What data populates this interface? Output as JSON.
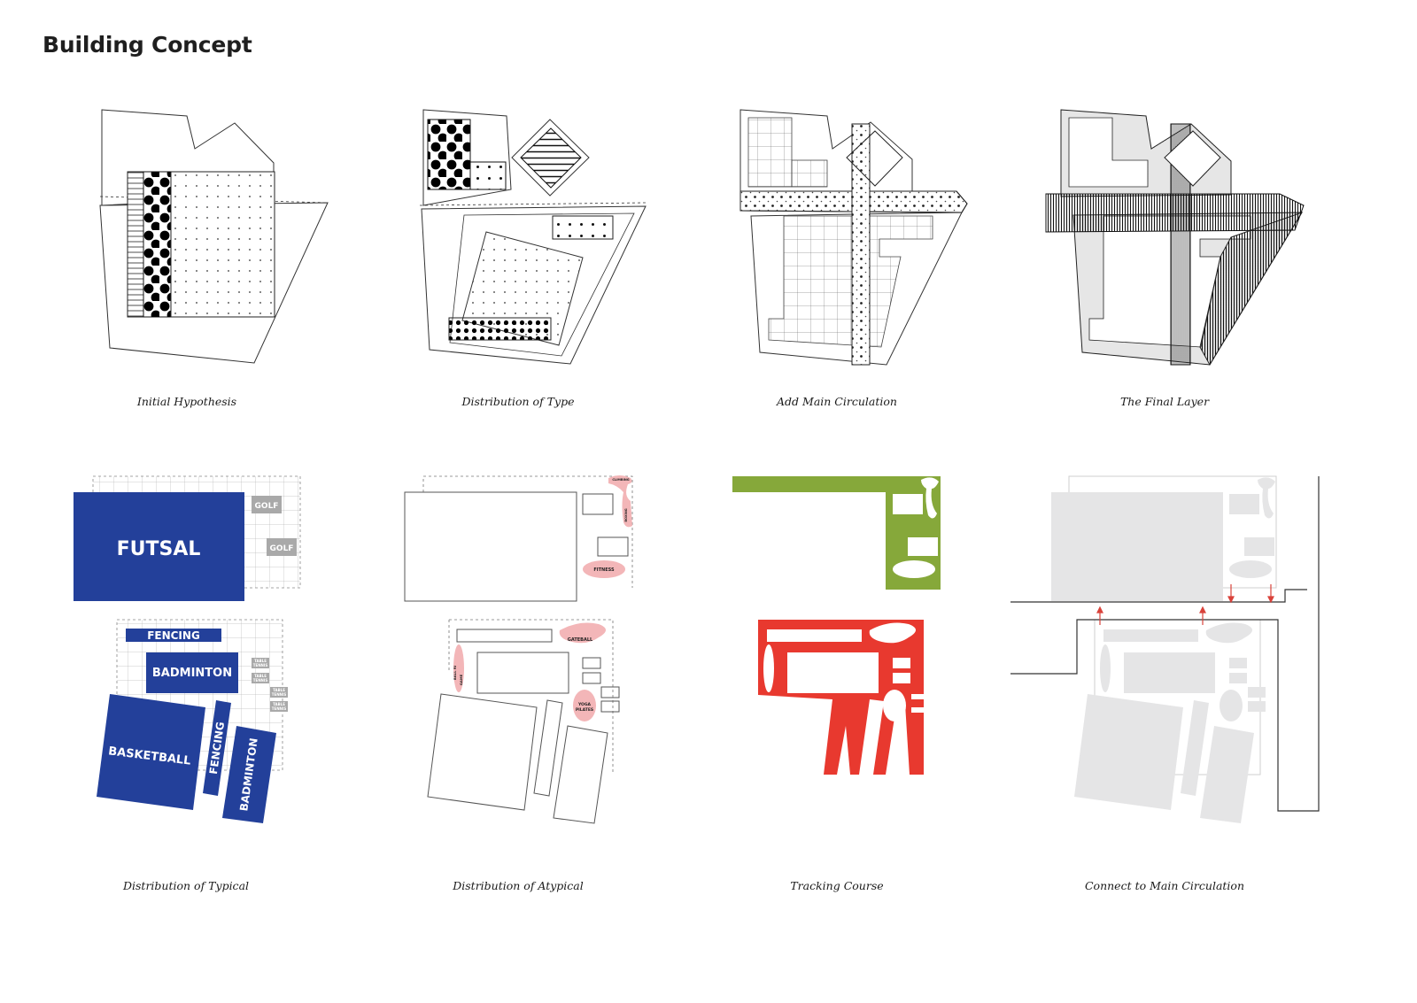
{
  "title": "Building Concept",
  "colors": {
    "blue": "#23409a",
    "gray_label": "#a9a9a9",
    "pink": "#f3b6b8",
    "green": "#86a83a",
    "red": "#e8392f",
    "light_gray": "#e5e5e6",
    "arrow": "#d9423a"
  },
  "panels": [
    {
      "caption": "Initial Hypothesis"
    },
    {
      "caption": "Distribution of Type"
    },
    {
      "caption": "Add Main Circulation"
    },
    {
      "caption": "The Final Layer"
    },
    {
      "caption": "Distribution of Typical"
    },
    {
      "caption": "Distribution of Atypical"
    },
    {
      "caption": "Tracking Course"
    },
    {
      "caption": "Connect to Main Circulation"
    }
  ],
  "typical": {
    "futsal": "FUTSAL",
    "golf": [
      "GOLF",
      "GOLF"
    ],
    "fencing": [
      "FENCING",
      "FENCING"
    ],
    "badminton": [
      "BADMINTON",
      "BADMINTON"
    ],
    "basketball": "BASKETBALL",
    "table_tennis": [
      "TABLE",
      "TENNIS",
      "TABLE",
      "TENNIS",
      "TABLE",
      "TENNIS",
      "TABLE",
      "TENNIS"
    ]
  },
  "atypical": {
    "climbing": "CLIMBING",
    "boxing": "BOXING",
    "fitness": "FITNESS",
    "gateball": "GATEBALL",
    "ball_ride": [
      "BALL RI",
      "GAME"
    ],
    "yoga": [
      "YOGA",
      "PILATES"
    ]
  }
}
